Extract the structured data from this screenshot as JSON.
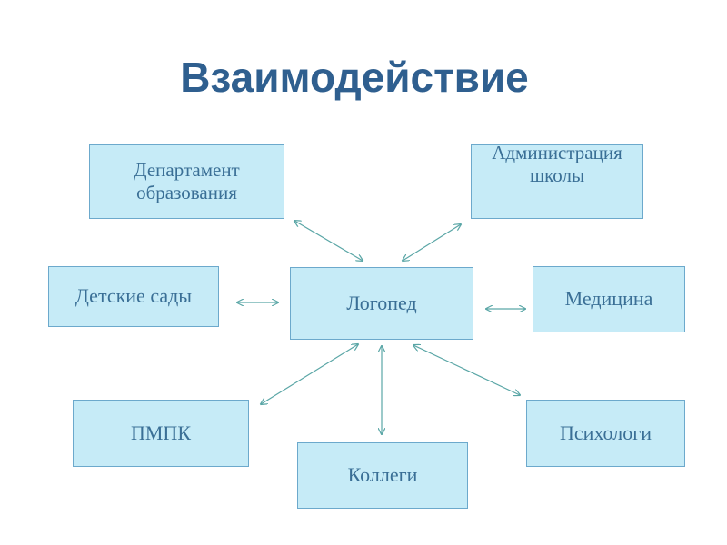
{
  "title": "Взаимодействие",
  "nodes": {
    "department": "Департамент образования",
    "administration": "Администрация школы",
    "kindergartens": "Детские сады",
    "speech_therapist": "Логопед",
    "medicine": "Медицина",
    "pmpk": "ПМПК",
    "colleagues": "Коллеги",
    "psychologists": "Психологи"
  },
  "colors": {
    "title": "#2f5f8f",
    "box_fill": "#c6ebf7",
    "box_border": "#6ca9cc",
    "box_text": "#3a6f96",
    "arrow": "#5aa6a6"
  }
}
